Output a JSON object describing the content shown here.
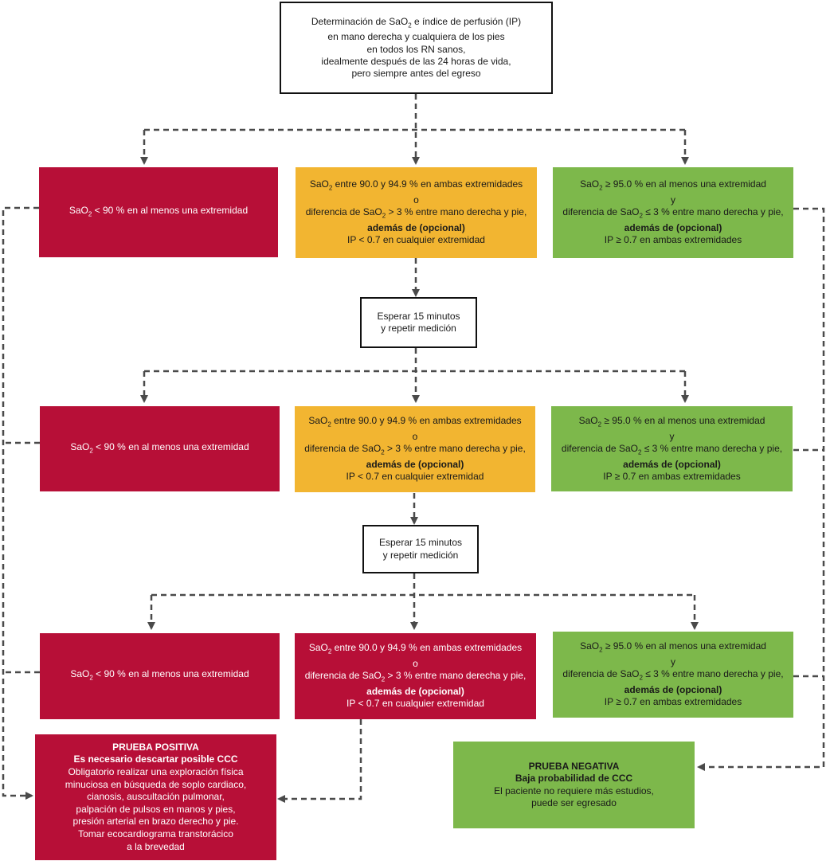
{
  "start": {
    "l1": "Determinación de SaO",
    "l1sub": "2",
    "l1b": " e índice de perfusión (IP)",
    "l2": "en mano derecha y cualquiera de los pies",
    "l3": "en todos los RN sanos,",
    "l4": "idealmente después de las 24 horas de vida,",
    "l5": "pero siempre antes del egreso"
  },
  "red": {
    "a": "SaO",
    "sub": "2",
    "b": " < 90 % en al menos una extremidad"
  },
  "mid": {
    "l1a": "SaO",
    "l1sub": "2",
    "l1b": " entre 90.0 y 94.9 % en ambas extremidades",
    "l2": "o",
    "l3a": "diferencia de SaO",
    "l3sub": "2",
    "l3b": " > 3 % entre mano derecha y pie,",
    "l4": "además de (opcional)",
    "l5": "IP < 0.7 en cualquier extremidad"
  },
  "green": {
    "l1a": "SaO",
    "l1sub": "2",
    "l1b": " ≥ 95.0 % en al menos una extremidad",
    "l2": "y",
    "l3a": "diferencia de SaO",
    "l3sub": "2",
    "l3b": " ≤ 3 % entre mano derecha y pie,",
    "l4": "además de (opcional)",
    "l5": "IP ≥ 0.7 en ambas extremidades"
  },
  "wait": {
    "l1": "Esperar 15 minutos",
    "l2": "y repetir medición"
  },
  "positive": {
    "l1": "PRUEBA POSITIVA",
    "l2": "Es necesario descartar posible CCC",
    "l3": "Obligatorio realizar una exploración física",
    "l4": "minuciosa en búsqueda de soplo cardiaco,",
    "l5": "cianosis, auscultación pulmonar,",
    "l6": "palpación de pulsos en manos y pies,",
    "l7": "presión arterial en brazo derecho y pie.",
    "l8": "Tomar ecocardiograma transtorácico",
    "l9": "a la brevedad"
  },
  "negative": {
    "l1": "PRUEBA NEGATIVA",
    "l2": "Baja probabilidad de CCC",
    "l3": "El paciente no requiere más estudios,",
    "l4": "puede ser egresado"
  },
  "colors": {
    "red": "#b70f37",
    "orange": "#f2b531",
    "green": "#7db84b",
    "line": "#4a4a4a"
  }
}
